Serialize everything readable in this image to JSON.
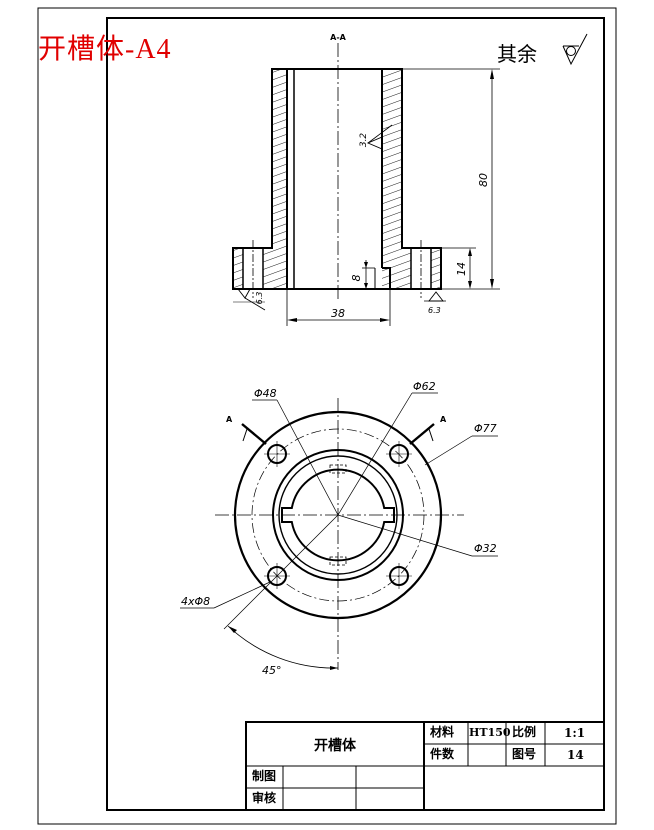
{
  "sheet_title": "开槽体-A4",
  "surface_note": {
    "text": "其余"
  },
  "section_view": {
    "label": "A-A",
    "roughness_inner": "3.2",
    "roughness_left": "6.3",
    "roughness_right": "6.3",
    "dim_height": "80",
    "dim_flange": "14",
    "dim_slot_depth": "8",
    "dim_bore": "38"
  },
  "plan_view": {
    "cut_mark_left": "A",
    "cut_mark_right": "A",
    "dim_pcd": "Φ48",
    "dim_hub": "Φ62",
    "dim_outer": "Φ77",
    "dim_bore": "Φ32",
    "dim_holes": "4xΦ8",
    "dim_angle": "45°"
  },
  "title_block": {
    "part_name": "开槽体",
    "material_label": "材料",
    "material_value": "HT150",
    "scale_label": "比例",
    "scale_value": "1:1",
    "quantity_label": "件数",
    "drawing_no_label": "图号",
    "drawing_no_value": "14",
    "drawn_by_label": "制图",
    "checked_by_label": "审核"
  }
}
